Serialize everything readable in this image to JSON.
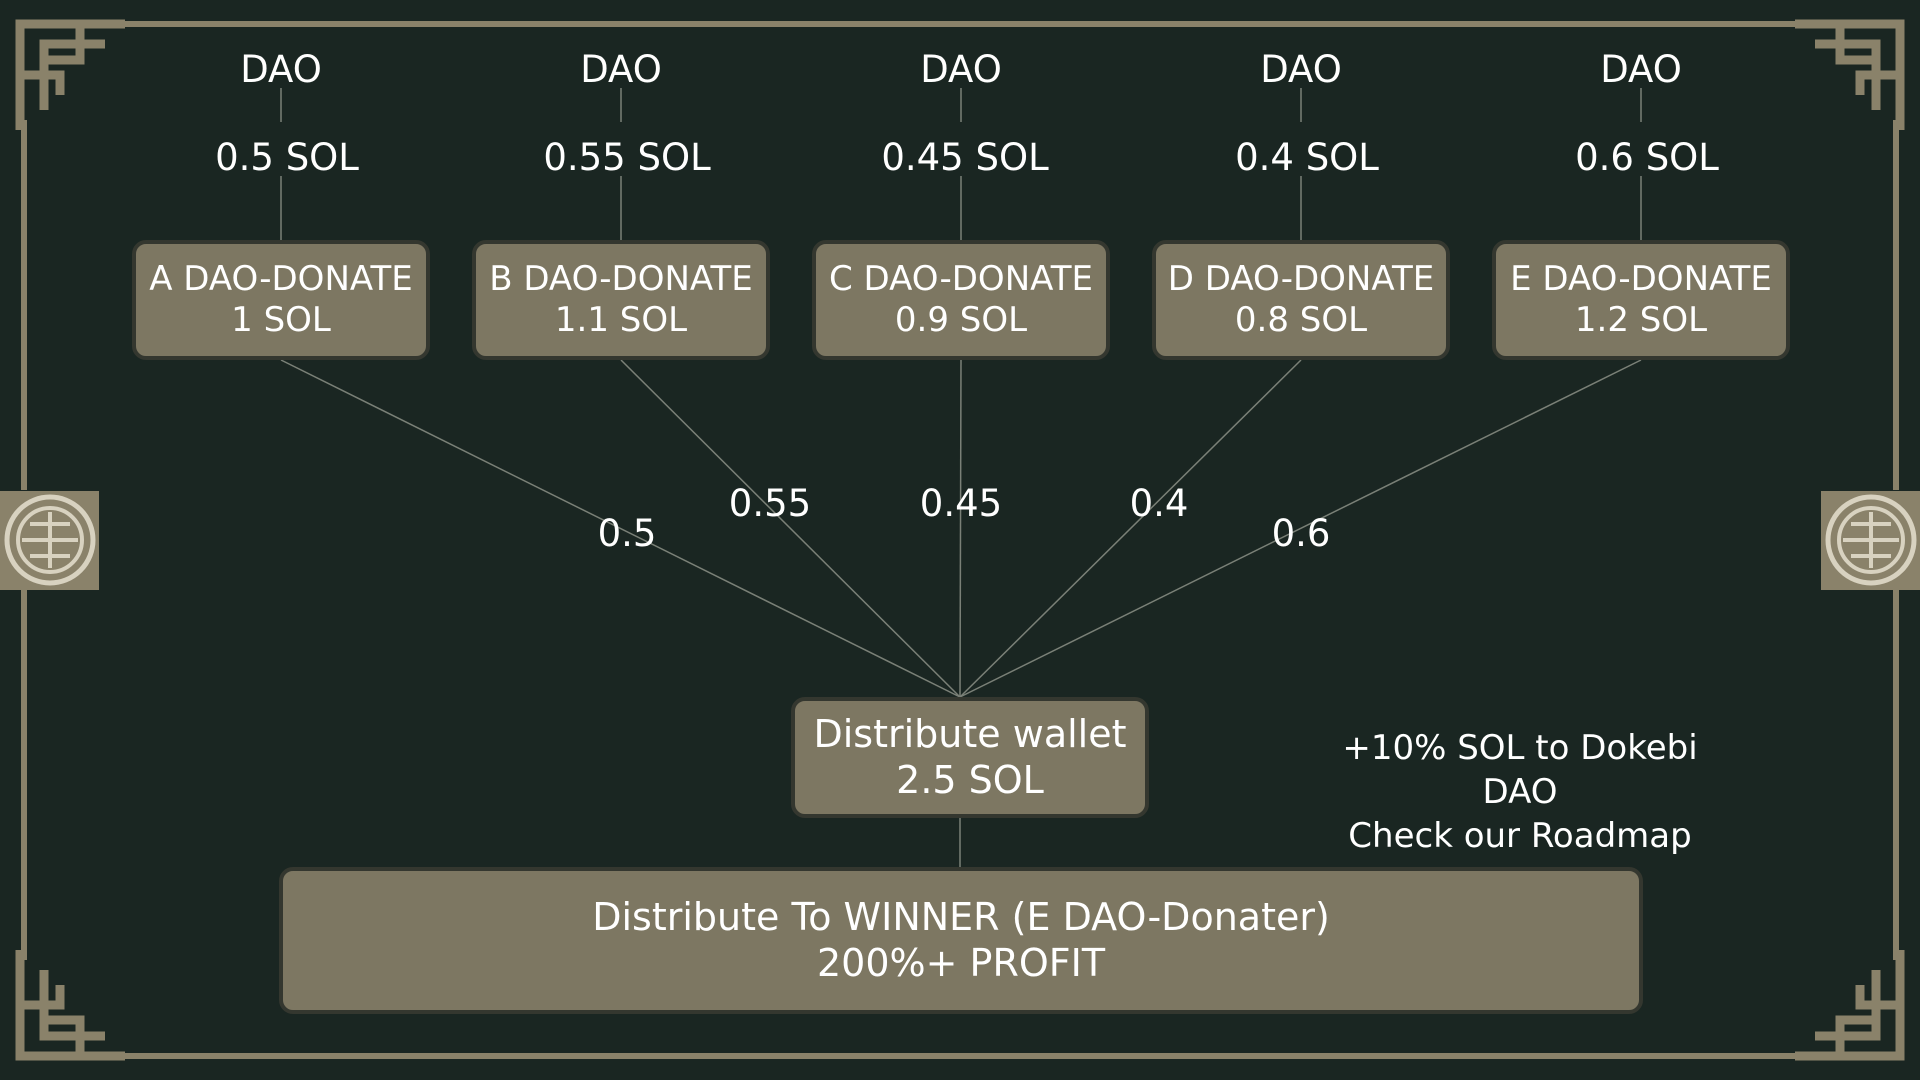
{
  "colors": {
    "background": "#1a2622",
    "frame": "#8a826a",
    "box_fill": "#7d7762",
    "box_border": "#34372f",
    "line": "#7a8077",
    "text": "#ffffff"
  },
  "donors": [
    {
      "dao_label": "DAO",
      "amount_label": "0.5 SOL",
      "box_line1": "A DAO-DONATE",
      "box_line2": "1 SOL",
      "edge_label": "0.5"
    },
    {
      "dao_label": "DAO",
      "amount_label": "0.55 SOL",
      "box_line1": "B DAO-DONATE",
      "box_line2": "1.1 SOL",
      "edge_label": "0.55"
    },
    {
      "dao_label": "DAO",
      "amount_label": "0.45 SOL",
      "box_line1": "C DAO-DONATE",
      "box_line2": "0.9 SOL",
      "edge_label": "0.45"
    },
    {
      "dao_label": "DAO",
      "amount_label": "0.4 SOL",
      "box_line1": "D DAO-DONATE",
      "box_line2": "0.8 SOL",
      "edge_label": "0.4"
    },
    {
      "dao_label": "DAO",
      "amount_label": "0.6 SOL",
      "box_line1": "E DAO-DONATE",
      "box_line2": "1.2 SOL",
      "edge_label": "0.6"
    }
  ],
  "wallet": {
    "line1": "Distribute wallet",
    "line2": "2.5 SOL"
  },
  "winner": {
    "line1": "Distribute To WINNER (E DAO-Donater)",
    "line2": "200%+ PROFIT"
  },
  "note": {
    "line1": "+10% SOL to Dokebi DAO",
    "line2": "Check our Roadmap"
  },
  "icons": [
    "longevity-medallion-icon",
    "corner-fret-ornament-icon"
  ]
}
